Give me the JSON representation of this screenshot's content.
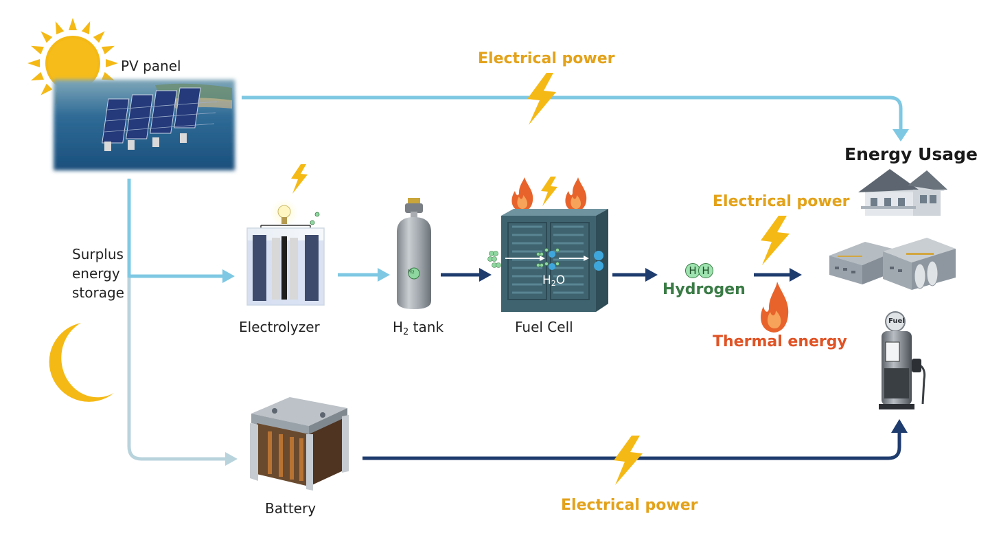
{
  "labels": {
    "pv_panel": "PV panel",
    "surplus_line1": "Surplus",
    "surplus_line2": "energy",
    "surplus_line3": "storage",
    "electrolyzer": "Electrolyzer",
    "h2_tank_h": "H",
    "h2_tank_sub": "2",
    "h2_tank_rest": " tank",
    "fuel_cell": "Fuel Cell",
    "h2o_h": "H",
    "h2o_sub": "2",
    "h2o_o": "O",
    "hydrogen": "Hydrogen",
    "hh_left": "H",
    "hh_right": "H",
    "tank_badge_h": "H",
    "tank_badge_sub": "2",
    "battery": "Battery",
    "energy_usage": "Energy Usage",
    "electrical_power_top": "Electrical power",
    "electrical_power_mid": "Electrical power",
    "electrical_power_bottom": "Electrical power",
    "thermal_energy": "Thermal energy",
    "fuel_sign": "Fuel"
  },
  "colors": {
    "light_blue_arrow": "#7ec8e3",
    "pale_blue_arrow": "#b9d3dc",
    "dark_blue_arrow": "#1f3c6e",
    "electrical_orange": "#e3a21a",
    "thermal_red": "#e05325",
    "hydrogen_green": "#3a7b45",
    "sun_yellow": "#f5b915"
  },
  "icons": [
    "sun-icon",
    "moon-icon",
    "lightning-icon",
    "flame-icon",
    "house-icon",
    "factory-icon",
    "fuel-pump-icon",
    "battery-icon",
    "gas-tank-icon",
    "fuel-cell-icon",
    "electrolyzer-icon",
    "solar-panel-icon"
  ]
}
